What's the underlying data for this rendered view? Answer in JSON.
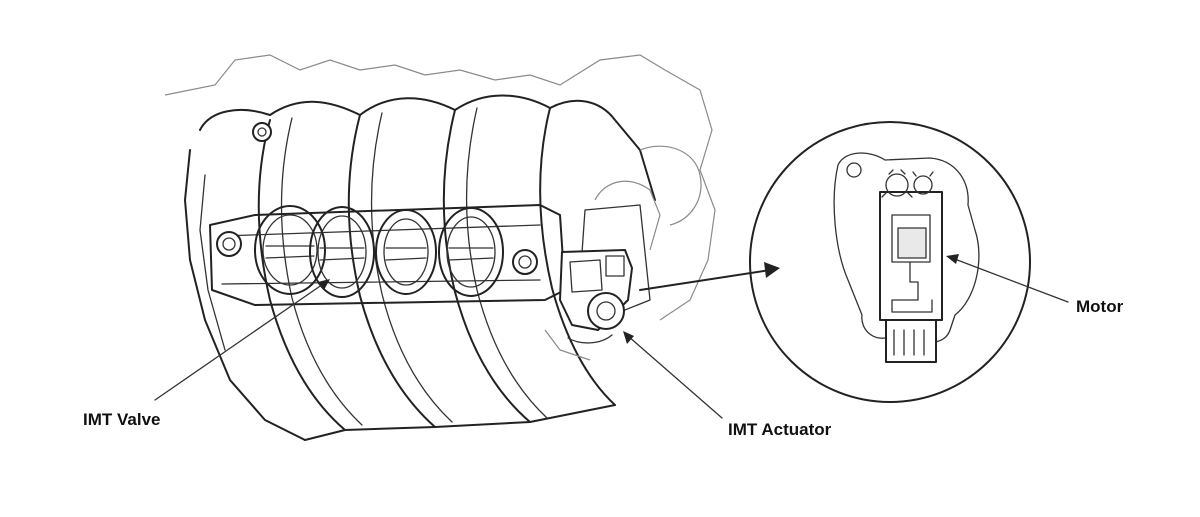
{
  "labels": {
    "imt_valve": "IMT Valve",
    "imt_actuator": "IMT Actuator",
    "motor": "Motor"
  },
  "colors": {
    "ink": "#222222",
    "background": "#ffffff"
  }
}
